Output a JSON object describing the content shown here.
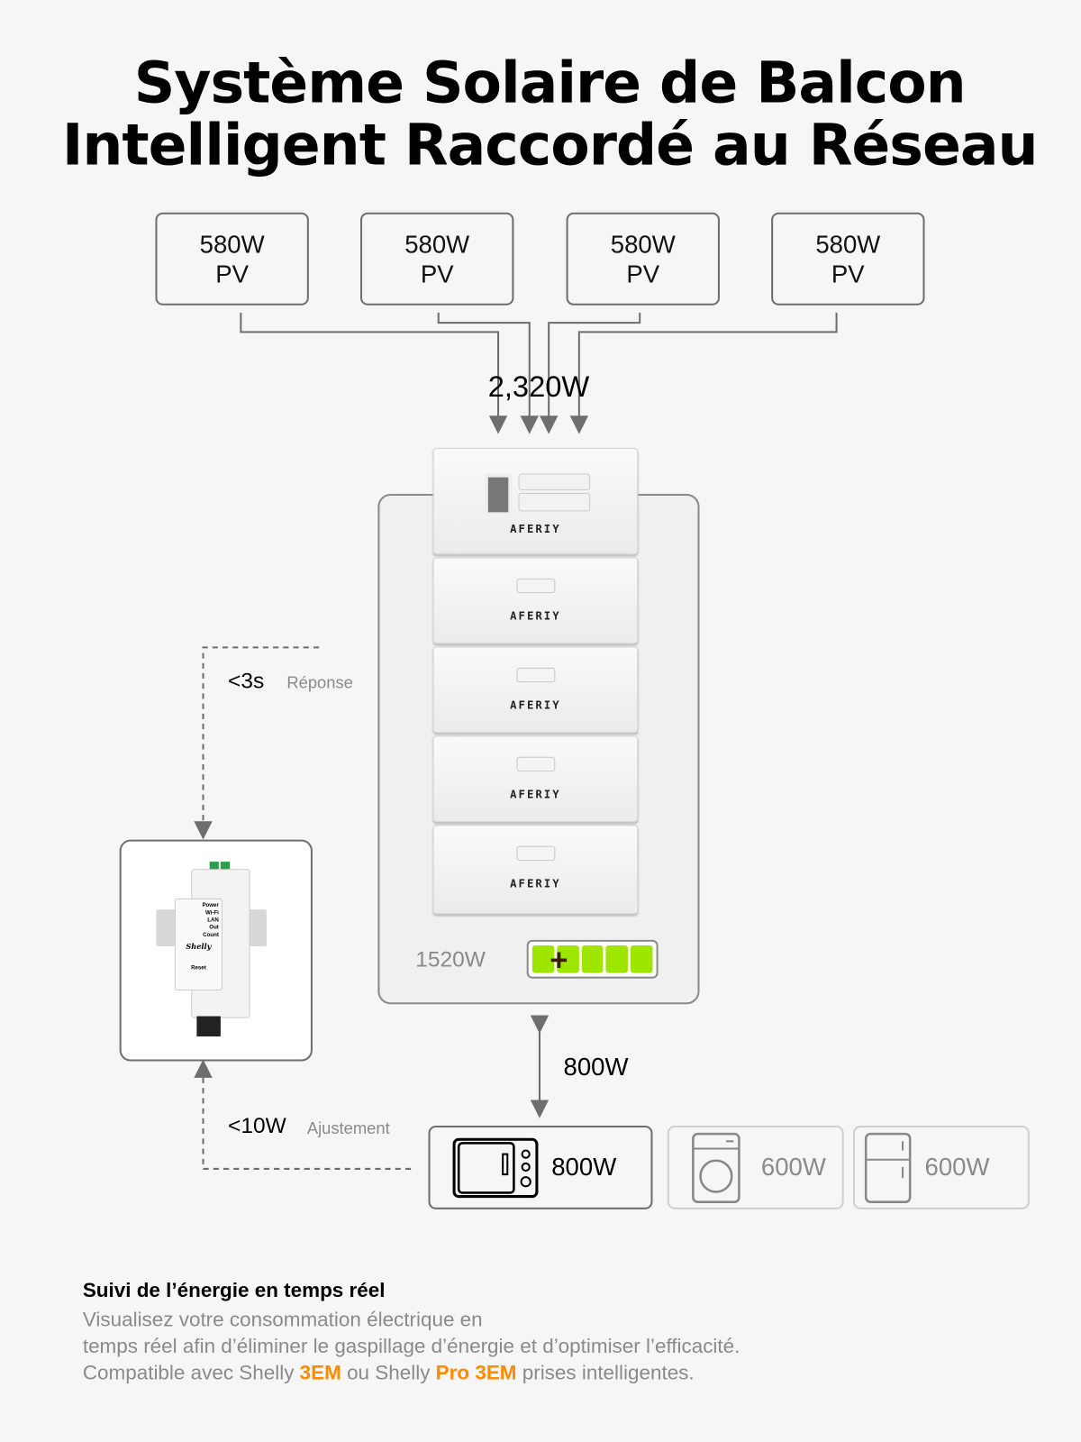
{
  "title": {
    "line1": "Système Solaire de Balcon",
    "line2": "Intelligent Raccordé au Réseau"
  },
  "pv_panels": [
    {
      "power": "580W",
      "label": "PV"
    },
    {
      "power": "580W",
      "label": "PV"
    },
    {
      "power": "580W",
      "label": "PV"
    },
    {
      "power": "580W",
      "label": "PV"
    }
  ],
  "total_input": "2,320W",
  "battery": {
    "brand": "AFERIY",
    "capacity": "1520W",
    "charge_cells": 5,
    "charge_cells_filled": 5,
    "cell_color": "#9ee600"
  },
  "output_power": "800W",
  "shelly": {
    "brand": "Shelly",
    "leds": [
      "Power",
      "Wi-Fi",
      "LAN",
      "Out",
      "Count"
    ],
    "reset": "Reset"
  },
  "response": {
    "value": "<3s",
    "label": "Réponse"
  },
  "adjust": {
    "value": "<10W",
    "label": "Ajustement"
  },
  "appliances": [
    {
      "icon": "microwave-icon",
      "power": "800W"
    },
    {
      "icon": "washing-machine-icon",
      "power": "600W"
    },
    {
      "icon": "fridge-icon",
      "power": "600W"
    }
  ],
  "footer": {
    "heading": "Suivi de l’énergie en temps réel",
    "line1": "Visualisez votre consommation électrique en",
    "line2": "temps réel afin d’éliminer le gaspillage d’énergie et d’optimiser l’efficacité.",
    "line3_a": "Compatible avec Shelly ",
    "line3_b": "3EM",
    "line3_c": " ou Shelly ",
    "line3_d": "Pro 3EM",
    "line3_e": " prises intelligentes."
  },
  "colors": {
    "accent": "#ff8a00",
    "line": "#6e6e6e"
  }
}
